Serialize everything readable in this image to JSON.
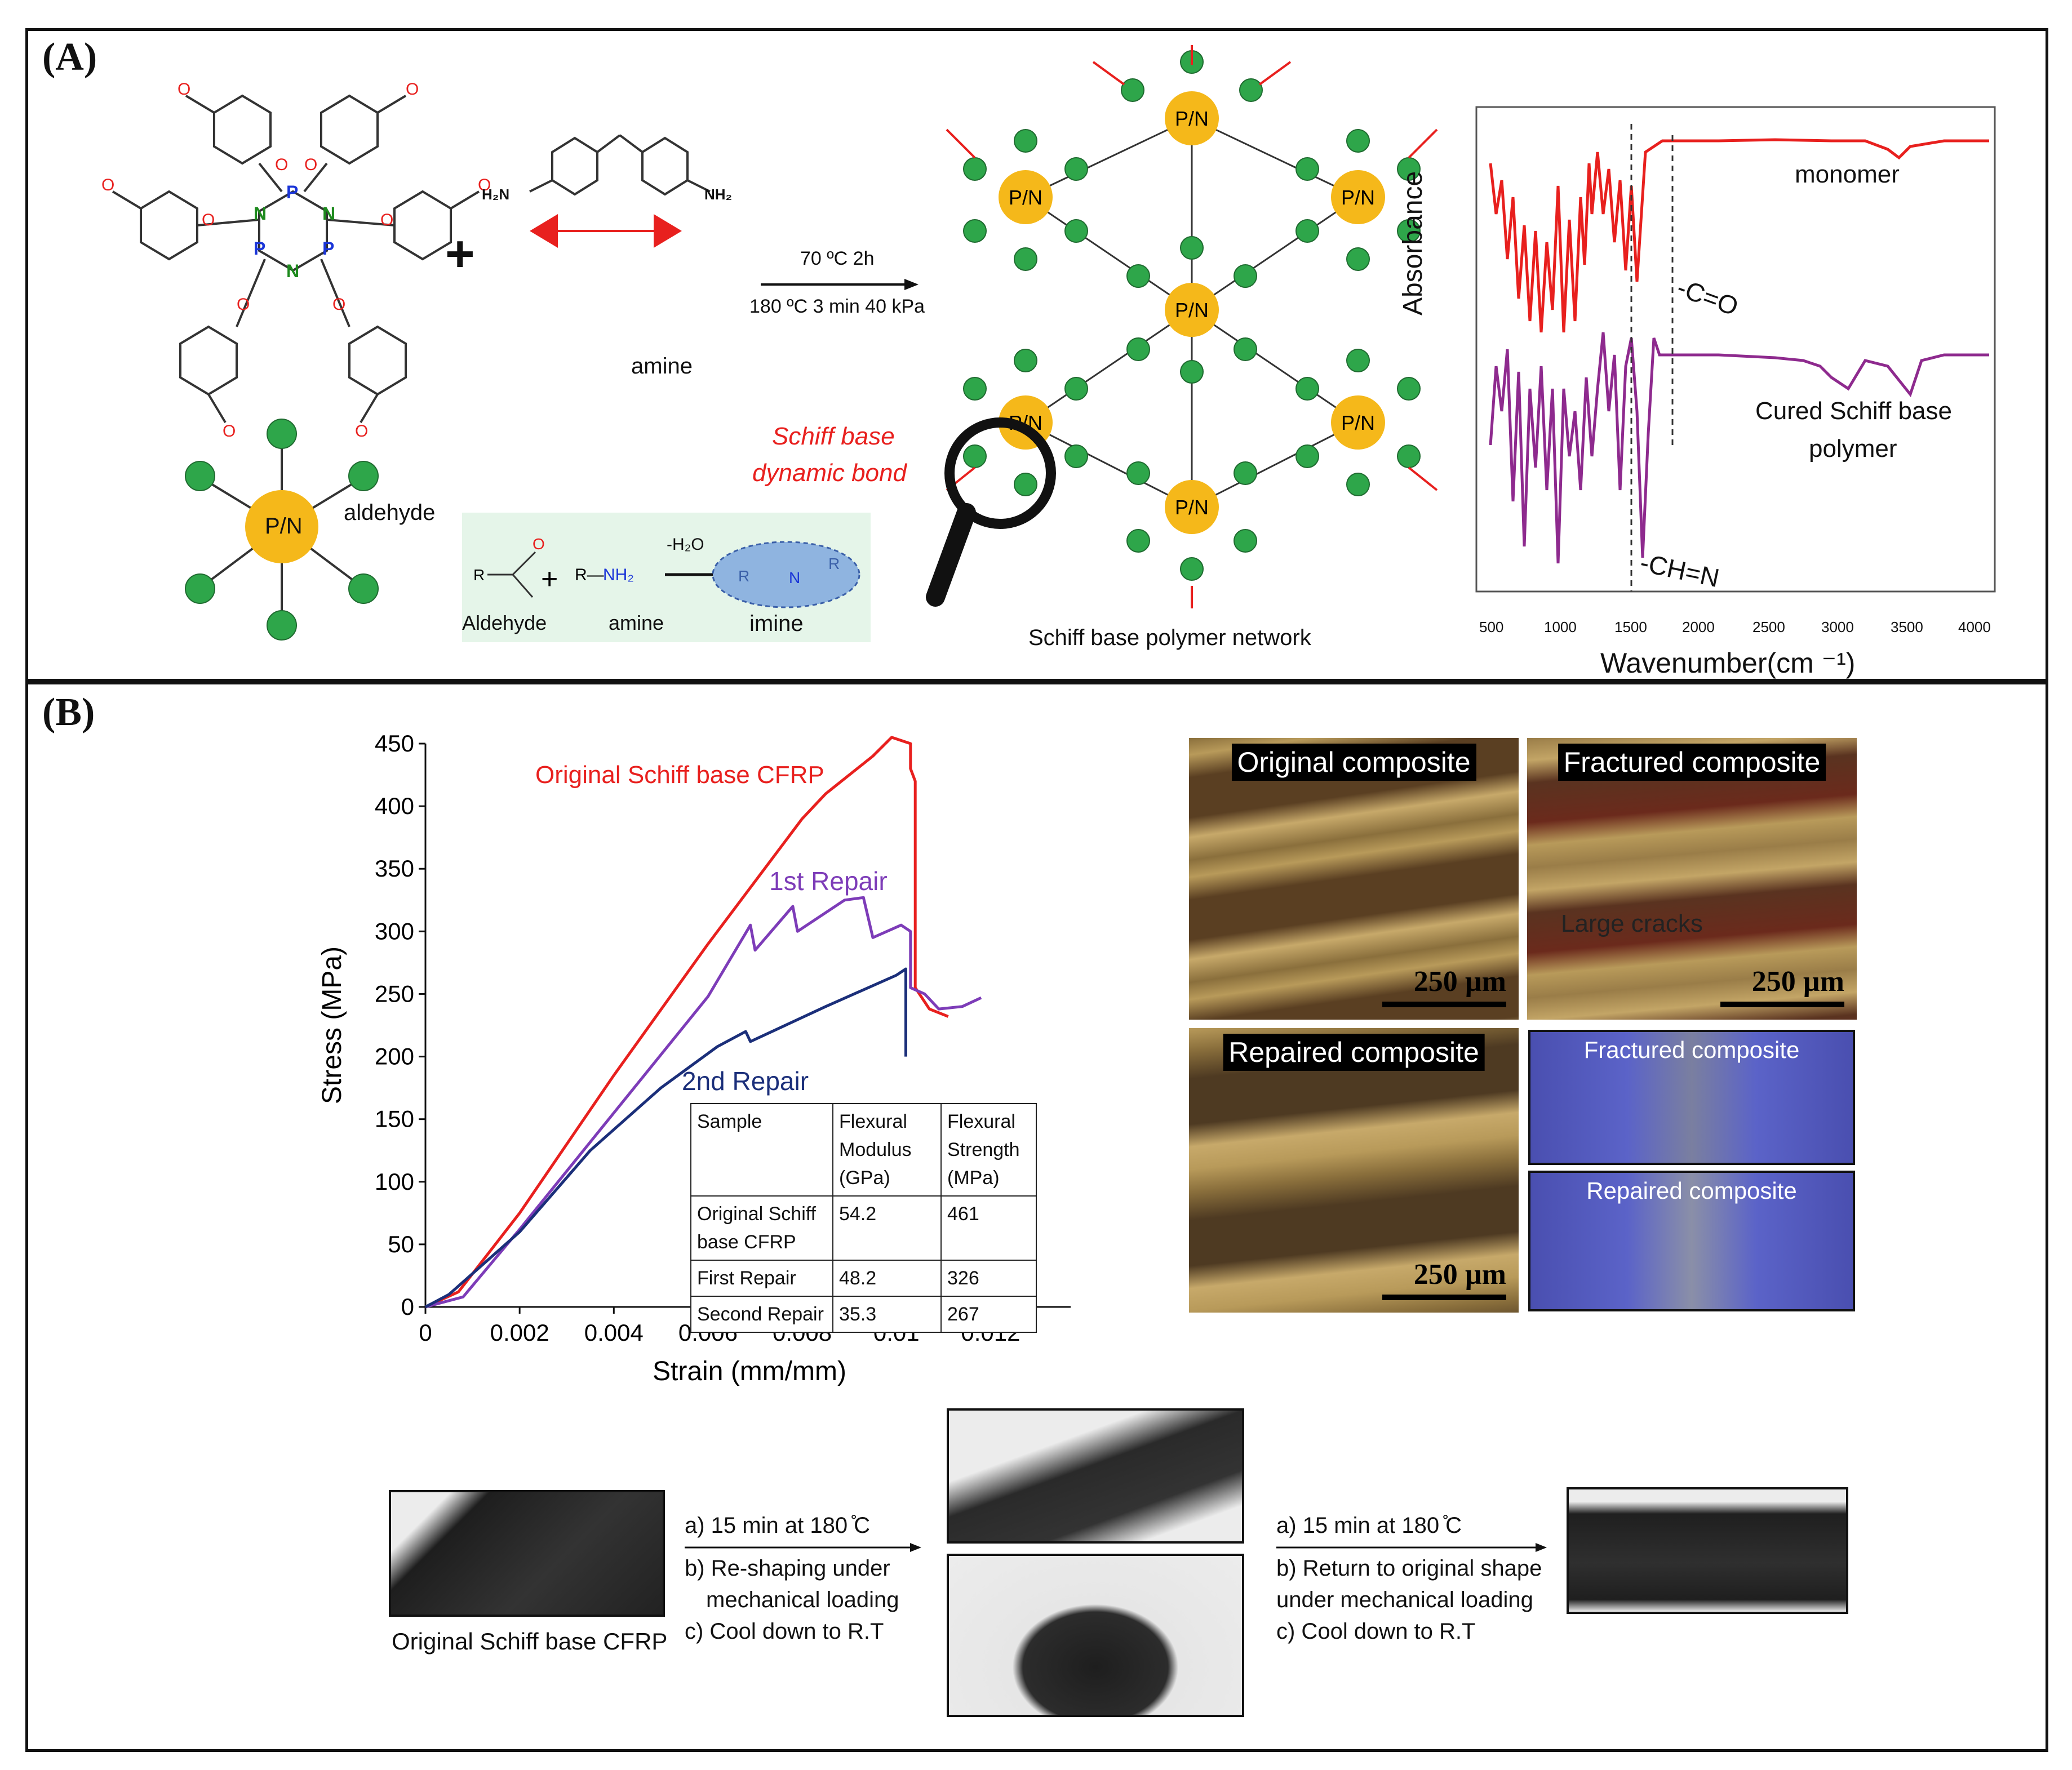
{
  "panels": {
    "a_label": "(A)",
    "b_label": "(B)"
  },
  "panel_a": {
    "aldehyde_label": "aldehyde",
    "core_label": "P/N",
    "plus": "+",
    "amine_label": "amine",
    "nh2_left": "H₂N",
    "nh2_right": "NH₂",
    "conditions_1": "70 ºC 2h",
    "conditions_2": "180 ºC 3 min 40 kPa",
    "schiff_line1": "Schiff base",
    "schiff_line2": "dynamic bond",
    "network_caption": "Schiff base polymer network",
    "reaction": {
      "aldehyde": "Aldehyde",
      "amine": "amine",
      "imine": "imine",
      "water": "-H₂O",
      "r_nh2": "R—NH₂"
    },
    "ir": {
      "ylabel": "Absorbance",
      "xlabel": "Wavenumber(cm ⁻¹)",
      "xticks": [
        "500",
        "1000",
        "1500",
        "2000",
        "2500",
        "3000",
        "3500",
        "4000"
      ],
      "monomer": "monomer",
      "cured_1": "Cured Schiff base",
      "cured_2": "polymer",
      "co": "-C=O",
      "ch_n": "-CH=N",
      "colors": {
        "monomer": "#e8201e",
        "cured": "#8e2a8e"
      }
    }
  },
  "chart_data": {
    "type": "line",
    "xlabel": "Strain (mm/mm)",
    "ylabel": "Stress (MPa)",
    "xlim": [
      0,
      0.0137
    ],
    "ylim": [
      0,
      450
    ],
    "xticks": [
      "0",
      "0.002",
      "0.004",
      "0.006",
      "0.008",
      "0.01",
      "0.012"
    ],
    "yticks": [
      "0",
      "50",
      "100",
      "150",
      "200",
      "250",
      "300",
      "350",
      "400",
      "450"
    ],
    "series": [
      {
        "name": "Original Schiff base CFRP",
        "color": "#e8201e",
        "points": [
          [
            0,
            0
          ],
          [
            0.0007,
            12
          ],
          [
            0.002,
            75
          ],
          [
            0.004,
            185
          ],
          [
            0.006,
            290
          ],
          [
            0.008,
            390
          ],
          [
            0.0085,
            410
          ],
          [
            0.0095,
            440
          ],
          [
            0.0099,
            455
          ],
          [
            0.0103,
            450
          ],
          [
            0.0103,
            430
          ],
          [
            0.0104,
            420
          ],
          [
            0.0104,
            255
          ],
          [
            0.0107,
            238
          ],
          [
            0.0111,
            232
          ]
        ]
      },
      {
        "name": "1st Repair",
        "color": "#7d3cb8",
        "points": [
          [
            0,
            0
          ],
          [
            0.0008,
            8
          ],
          [
            0.002,
            62
          ],
          [
            0.004,
            155
          ],
          [
            0.006,
            248
          ],
          [
            0.0069,
            305
          ],
          [
            0.007,
            285
          ],
          [
            0.0078,
            320
          ],
          [
            0.0079,
            300
          ],
          [
            0.0089,
            325
          ],
          [
            0.0093,
            327
          ],
          [
            0.0095,
            295
          ],
          [
            0.0101,
            305
          ],
          [
            0.0103,
            300
          ],
          [
            0.0103,
            255
          ],
          [
            0.0106,
            250
          ],
          [
            0.0109,
            238
          ],
          [
            0.0114,
            240
          ],
          [
            0.0118,
            247
          ]
        ]
      },
      {
        "name": "2nd Repair",
        "color": "#1b2f7a",
        "points": [
          [
            0,
            0
          ],
          [
            0.0005,
            10
          ],
          [
            0.002,
            60
          ],
          [
            0.0035,
            125
          ],
          [
            0.005,
            175
          ],
          [
            0.0062,
            208
          ],
          [
            0.0068,
            220
          ],
          [
            0.0069,
            212
          ],
          [
            0.0085,
            240
          ],
          [
            0.01,
            265
          ],
          [
            0.0102,
            270
          ],
          [
            0.0102,
            200
          ]
        ]
      }
    ],
    "annotations": [
      "Original Schiff base CFRP",
      "1st Repair",
      "2nd Repair"
    ]
  },
  "table": {
    "headers": [
      "Sample",
      "Flexural Modulus (GPa)",
      "Flexural Strength (MPa)"
    ],
    "rows": [
      [
        "Original Schiff base CFRP",
        "54.2",
        "461"
      ],
      [
        "First Repair",
        "48.2",
        "326"
      ],
      [
        "Second Repair",
        "35.3",
        "267"
      ]
    ]
  },
  "micrographs": {
    "original": "Original composite",
    "fractured": "Fractured composite",
    "repaired": "Repaired composite",
    "large_cracks": "Large cracks",
    "scale": "250 µm"
  },
  "photos": {
    "fractured": "Fractured  composite",
    "repaired": "Repaired composite"
  },
  "process": {
    "original_caption": "Original Schiff base CFRP",
    "step1": [
      "a) 15 min at 180 ̊C",
      "b) Re-shaping under",
      "mechanical loading",
      "c) Cool down to R.T"
    ],
    "step2": [
      "a) 15 min at 180 ̊C",
      "b) Return to original shape",
      "under mechanical loading",
      "c) Cool down to R.T"
    ]
  }
}
